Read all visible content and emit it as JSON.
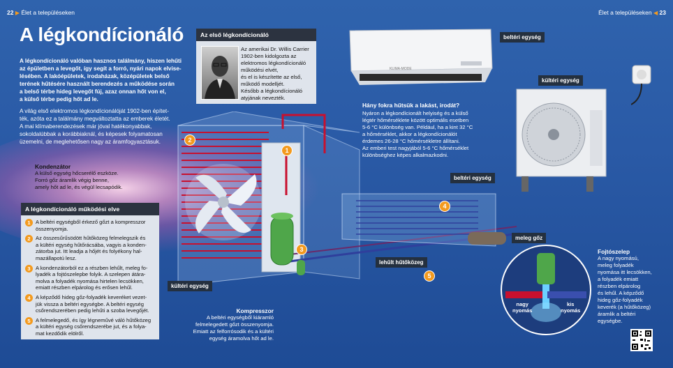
{
  "header": {
    "left_num": "22",
    "left_section": "Élet a településeken",
    "right_section": "Élet a településeken",
    "right_num": "23"
  },
  "title": "A légkondícionáló",
  "intro": [
    "A légkondícionáló valóban hasznos találmány, hiszen lehűti",
    "az épületben a levegőt, így segít a forró, nyári napok elvise-",
    "lésében. A lakóépületek, irodaházak, középületek belső",
    "terének hűtésére használt berendezés a működése során",
    "a belső térbe hideg levegőt fúj, azaz onnan hőt von el,",
    "a külső térbe pedig hőt ad le."
  ],
  "intro2": [
    "A világ első elektromos légkondícionálóját 1902-ben építet-",
    "ték, azóta ez a találmány megváltoztatta az emberek életét.",
    "A mai klímaberendezések már jóval hatékonyabbak,",
    "sokoldalúbbak a korábbiaknál, és képesek folyamatosan",
    "üzemelni, de meglehetősen nagy az áramfogyasztásuk."
  ],
  "first_ac": {
    "title": "Az első légkondícionáló",
    "lines": [
      "Az amerikai Dr. Willis Carrier",
      "1902-ben kidolgozta az",
      "elektromos légkondícionáló",
      "működési elvét,",
      "és el is készítette az első,",
      "működő modelljét.",
      "Később a légkondícionáló",
      "atyjának nevezték."
    ]
  },
  "condenser": {
    "title": "Kondenzátor",
    "lines": [
      "A külső egység hőcserélő eszköze.",
      "Forró gőz áramlik végig benne,",
      "amely hőt ad le, és végül lecsapódik."
    ]
  },
  "principle": {
    "title": "A légkondícionáló működési elve",
    "steps": [
      {
        "n": "1",
        "lines": [
          "A beltéri egységből érkező gőzt a kompresszor",
          "összenyomja."
        ]
      },
      {
        "n": "2",
        "lines": [
          "Az összesűrűsödött hűtőközeg felmelegszik és",
          "a kültéri egység hűtőrácsába, vagyis a konden-",
          "zátorba jut. Itt leadja a hőjét és folyékony hal-",
          "mazállapotú lesz."
        ]
      },
      {
        "n": "3",
        "lines": [
          "A kondenzátorból ez a részben lehűlt, meleg fo-",
          "lyadék a fojtószelepbe folyik. A szelepen átára-",
          "molva a folyadék nyomása hirtelen lecsökken,",
          "emiatt részben elpárolog és erősen lehűl."
        ]
      },
      {
        "n": "4",
        "lines": [
          "A képződő hideg gőz-folyadék keveréket vezet-",
          "jük vissza a beltéri egységbe. A beltéri egység",
          "csőrendszerében pedig lehűti a szoba levegőjét."
        ]
      },
      {
        "n": "5",
        "lines": [
          "A felmelegedő, és így légneművé váló hűtőközeg",
          "a kültéri egység csőrendszerébe jut, és a folya-",
          "mat kezdődik elölről."
        ]
      }
    ]
  },
  "compressor": {
    "title": "Kompresszor",
    "lines": [
      "A beltéri egységből kiáramló",
      "felmelegedett gőzt összenyomja.",
      "Emiatt az felforrósodik és a kültéri",
      "egység áramolva hőt ad le."
    ]
  },
  "cool": {
    "title": "Hány fokra hűtsük a lakást, irodát?",
    "lines": [
      "Nyáron a légkondícionált helyiség és a külső",
      "légtér hőmérséklete között optimális esetben",
      "5-6 °C különbség van. Például, ha a kint 32 °C",
      "a hőmérséklet, akkor a légkondícionálót",
      "érdemes 26-28 °C hőmérsékletre állítani.",
      "Az emberi test nagyjából 5-6 °C hőmérséklet",
      "különbséghez képes alkalmazkodni."
    ]
  },
  "throttle": {
    "title": "Fojtószelep",
    "lines": [
      "A nagy nyomású,",
      "meleg folyadék",
      "nyomása itt lecsökken,",
      "a folyadék emiatt",
      "részben elpárolog",
      "és lehűl. A képződő",
      "hideg gőz-folyadék",
      "keverék (a hűtőközeg)",
      "áramlik a beltéri",
      "egységbe."
    ]
  },
  "labels": {
    "indoor_top": "beltéri egység",
    "outdoor_top": "kültéri egység",
    "indoor_mid": "beltéri egység",
    "outdoor_bottom": "kültéri egység",
    "warm_gas": "meleg gőz",
    "cooled": "lehűlt hűtőközeg",
    "high_p": [
      "nagy",
      "nyomás"
    ],
    "low_p": [
      "kis",
      "nyomás"
    ]
  },
  "unit_brand": "KLIMA-MODE",
  "diagram_numbers": [
    "1",
    "2",
    "3",
    "4",
    "5"
  ],
  "colors": {
    "accent": "#f39a1e",
    "bg": "#2a5aa6",
    "dark": "#24303f",
    "hot_pipe": "#c8102e",
    "cold_pipe": "#2f3f9c"
  }
}
